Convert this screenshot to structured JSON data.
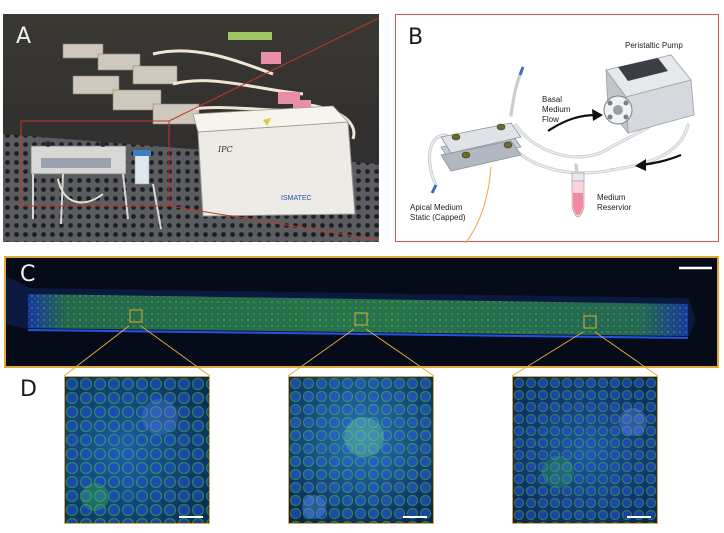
{
  "panels": {
    "a": {
      "letter": "A",
      "device_brand": "ISMATEC",
      "device_model": "IPC"
    },
    "b": {
      "letter": "B",
      "labels": {
        "peristaltic_pump": "Peristaltic Pump",
        "basal_flow": [
          "Basal",
          "Medium",
          "Flow"
        ],
        "apical_static": [
          "Apical Medium",
          "Static (Capped)"
        ],
        "reservoir": [
          "Medium",
          "Reservior"
        ]
      }
    },
    "c": {
      "letter": "C"
    },
    "d": {
      "letter": "D"
    }
  },
  "colors": {
    "frame_red": "#d9534f",
    "frame_orange": "#e0a93a",
    "fluorescence_green": "#3fbf4a",
    "fluorescence_blue": "#1f4fd6",
    "reservoir_pink": "#f3a7b3"
  }
}
